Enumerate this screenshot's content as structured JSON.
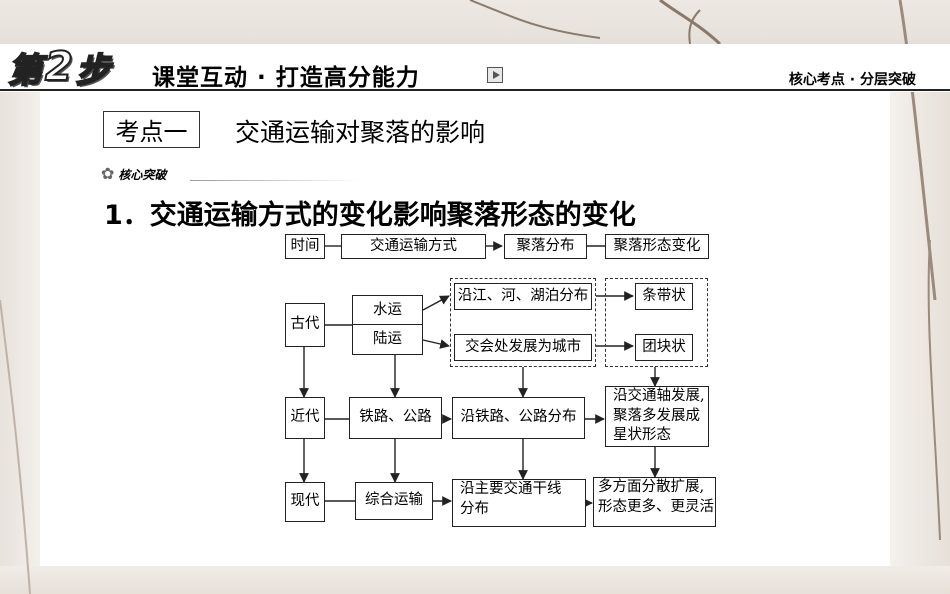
{
  "header": {
    "step_prefix": "第",
    "step_number": "2",
    "step_suffix": "步",
    "title": "课堂互动 · 打造高分能力",
    "right_label": "核心考点 · 分层突破"
  },
  "section": {
    "topic_label": "考点一",
    "topic_title": "交通运输对聚落的影响",
    "core_label": "核心突破",
    "point_heading": "1．交通运输方式的变化影响聚落形态的变化"
  },
  "diagram": {
    "headers": {
      "time": "时间",
      "transport": "交通运输方式",
      "distribution": "聚落分布",
      "form_change": "聚落形态变化"
    },
    "eras": {
      "ancient": "古代",
      "modern": "近代",
      "contemporary": "现代"
    },
    "transport": {
      "water": "水运",
      "land": "陆运",
      "rail_road": "铁路、公路",
      "integrated": "综合运输"
    },
    "distribution": {
      "rivers": "沿江、河、湖泊分布",
      "junction": "交会处发展为城市",
      "along_rail_road": "沿铁路、公路分布",
      "along_trunk_line1": "沿主要交通干线",
      "along_trunk_line2": "分布"
    },
    "form": {
      "strip": "条带状",
      "cluster": "团块状",
      "star_line1": "沿交通轴发展,",
      "star_line2": "聚落多发展成",
      "star_line3": "星状形态",
      "diverse_line1": "多方面分散扩展,",
      "diverse_line2": "形态更多、更灵活"
    }
  }
}
